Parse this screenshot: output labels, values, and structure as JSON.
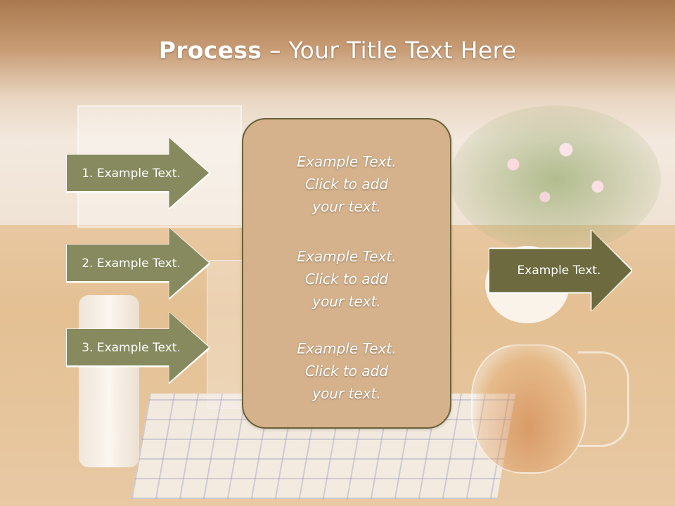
{
  "slide": {
    "title_bold": "Process",
    "title_rest": " – Your Title Text Here",
    "left_arrows": [
      {
        "label": "1. Example Text."
      },
      {
        "label": "2. Example Text."
      },
      {
        "label": "3. Example Text."
      }
    ],
    "panel_blocks": [
      {
        "line1": "Example Text.",
        "line2": "Click  to add",
        "line3": "your text."
      },
      {
        "line1": "Example Text.",
        "line2": "Click  to add",
        "line3": "your text."
      },
      {
        "line1": "Example Text.",
        "line2": "Click  to add",
        "line3": "your text."
      }
    ],
    "right_arrow": {
      "label": "Example Text."
    }
  },
  "colors": {
    "arrow_left": "#868a5e",
    "arrow_right": "#6c6a3e",
    "panel_fill": "#d5b28c",
    "panel_border": "#6a6138",
    "header_band": "#a9784e"
  }
}
